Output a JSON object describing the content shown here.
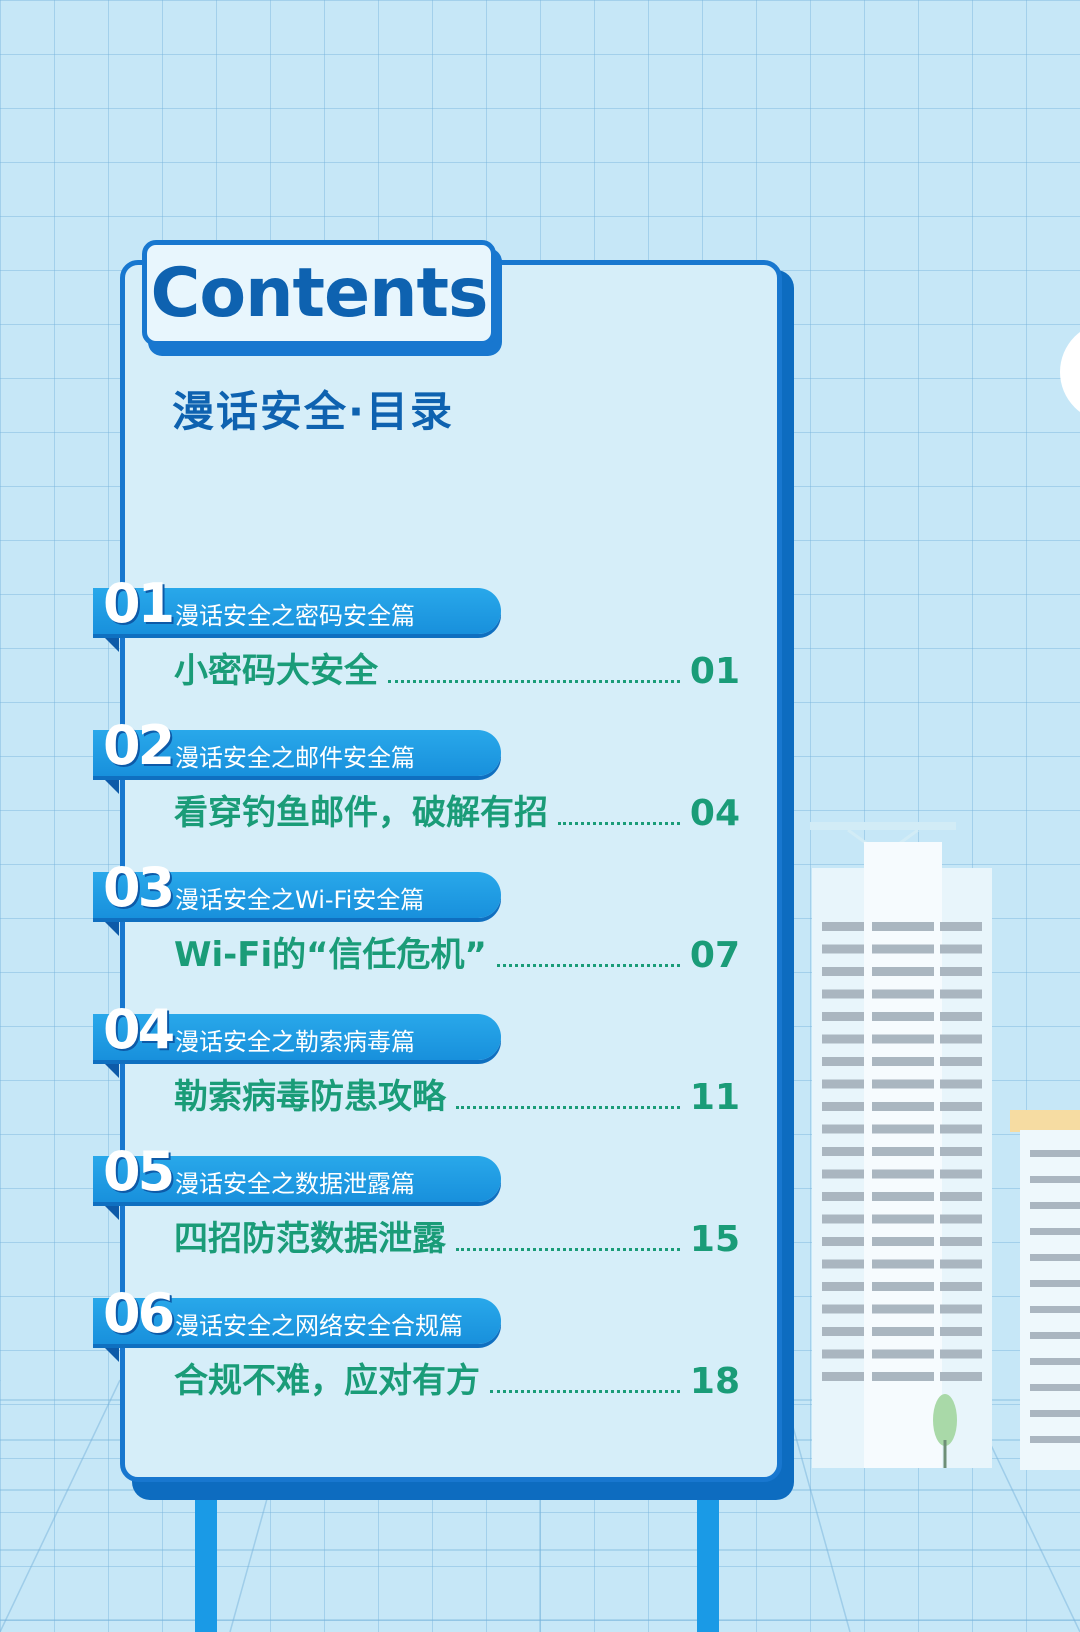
{
  "header": {
    "title": "Contents",
    "subtitle": "漫话安全·目录"
  },
  "entries": [
    {
      "number": "01",
      "label": "漫话安全之密码安全篇",
      "title": "小密码大安全",
      "page": "01"
    },
    {
      "number": "02",
      "label": "漫话安全之邮件安全篇",
      "title": "看穿钓鱼邮件，破解有招",
      "page": "04"
    },
    {
      "number": "03",
      "label": "漫话安全之Wi-Fi安全篇",
      "title": "Wi-Fi的“信任危机”",
      "page": "07"
    },
    {
      "number": "04",
      "label": "漫话安全之勒索病毒篇",
      "title": "勒索病毒防患攻略",
      "page": "11"
    },
    {
      "number": "05",
      "label": "漫话安全之数据泄露篇",
      "title": "四招防范数据泄露",
      "page": "15"
    },
    {
      "number": "06",
      "label": "漫话安全之网络安全合规篇",
      "title": "合规不难，应对有方",
      "page": "18"
    }
  ],
  "colors": {
    "background": "#c6e7f7",
    "board_border": "#1877cf",
    "ribbon": "#1890dc",
    "chapter_text": "#1a9c78",
    "title_text": "#0e62b0"
  }
}
